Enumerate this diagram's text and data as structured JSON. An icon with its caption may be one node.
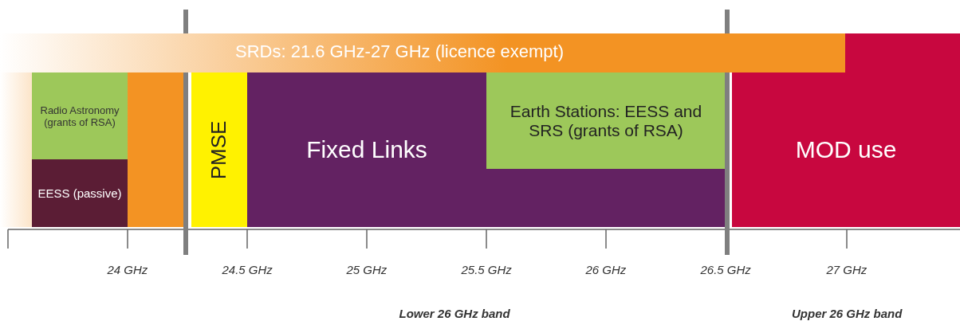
{
  "diagram": {
    "nodes": [
      {
        "text": [
          "SRDs: 21.6 GHz-27 GHz (licence exempt)"
        ]
      },
      {
        "text": [
          "Radio Astronomy (grants of RSA)"
        ]
      },
      {
        "text": [
          "EESS (passive)"
        ]
      },
      {
        "text": [
          "PMSE"
        ]
      },
      {
        "text": [
          "Fixed Links"
        ]
      },
      {
        "text": [
          "Earth Stations: EESS and SRS (grants of RSA)"
        ],
        "in": 4
      },
      {
        "text": [
          "MOD use"
        ]
      }
    ],
    "labels": [
      "24 GHz",
      "24.5 GHz",
      "25 GHz",
      "25.5 GHz",
      "26 GHz",
      "26.5 GHz",
      "27 GHz",
      "Lower 26 GHz band",
      "Upper 26 GHz band"
    ]
  }
}
